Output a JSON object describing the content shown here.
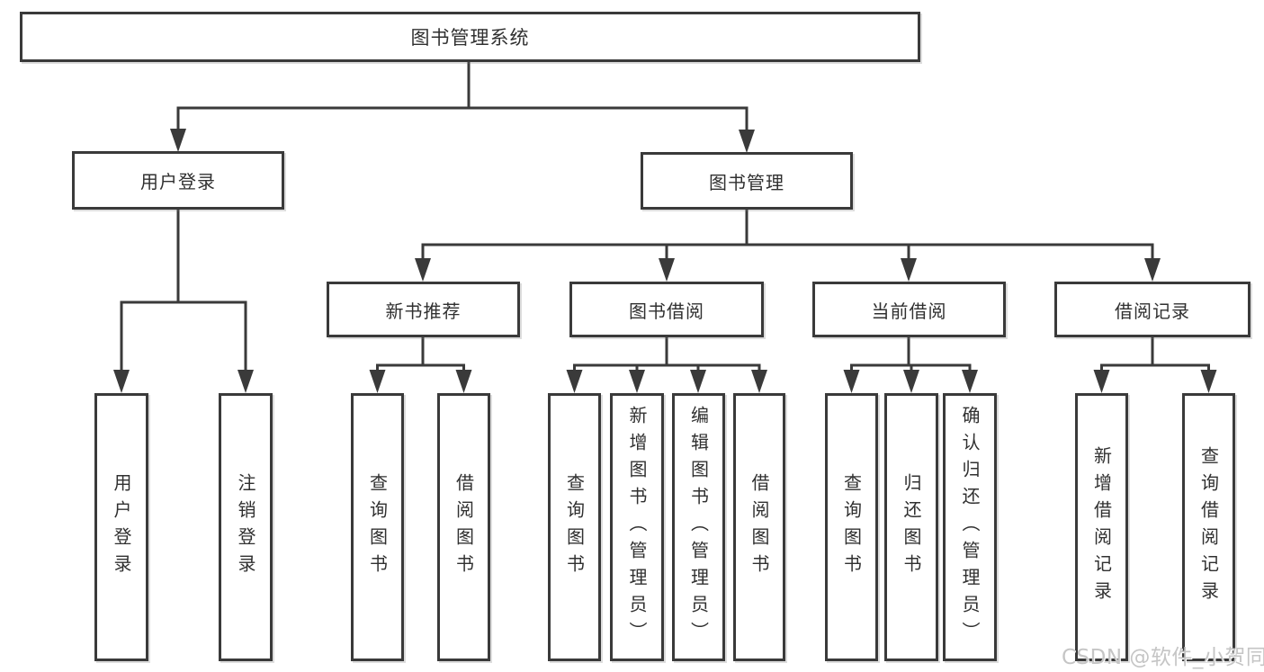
{
  "diagram": {
    "root": {
      "label": "图书管理系统"
    },
    "branches": [
      {
        "label": "用户登录",
        "children": [
          {
            "label": "用户登录"
          },
          {
            "label": "注销登录"
          }
        ]
      },
      {
        "label": "图书管理",
        "children": [
          {
            "label": "新书推荐",
            "children": [
              {
                "label": "查询图书"
              },
              {
                "label": "借阅图书"
              }
            ]
          },
          {
            "label": "图书借阅",
            "children": [
              {
                "label": "查询图书"
              },
              {
                "label": "新增图书（管理员）"
              },
              {
                "label": "编辑图书（管理员）"
              },
              {
                "label": "借阅图书"
              }
            ]
          },
          {
            "label": "当前借阅",
            "children": [
              {
                "label": "查询图书"
              },
              {
                "label": "归还图书"
              },
              {
                "label": "确认归还（管理员）"
              }
            ]
          },
          {
            "label": "借阅记录",
            "children": [
              {
                "label": "新增借阅记录"
              },
              {
                "label": "查询借阅记录"
              }
            ]
          }
        ]
      }
    ]
  },
  "watermark": {
    "text": "CSDN @软件_小贺同学"
  },
  "colors": {
    "line": "#3a3a3a",
    "text": "#303030",
    "watermark": "#c5c5c5",
    "background": "#ffffff"
  }
}
